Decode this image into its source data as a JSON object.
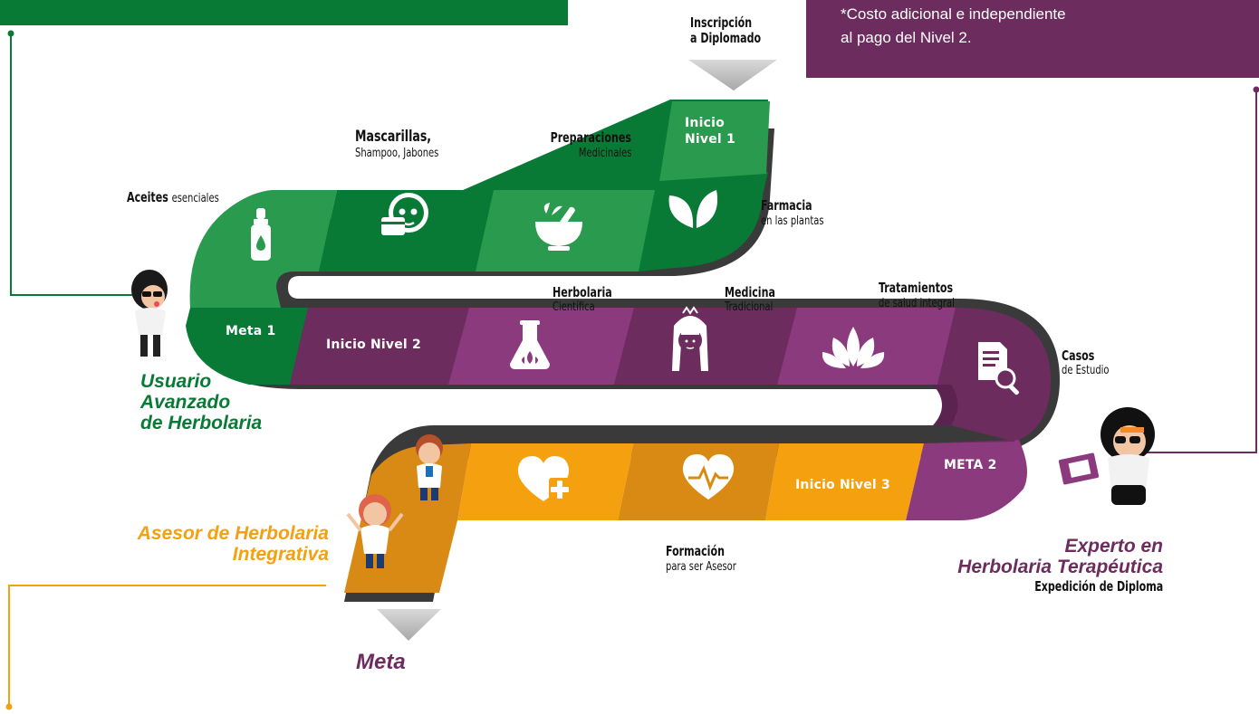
{
  "colors": {
    "green": "#087a36",
    "green_light": "#2a9a4e",
    "purple": "#6d2c5e",
    "purple_light": "#8b3a7e",
    "orange": "#f5a00f",
    "orange_dark": "#d98a14"
  },
  "top_note": {
    "line1": "*Costo adicional e independiente",
    "line2": "al pago del Nivel 2."
  },
  "inscription": {
    "line1": "Inscripción",
    "line2": "a Diplomado"
  },
  "level1": {
    "start_tile": {
      "line1": "Inicio",
      "line2": "Nivel 1"
    },
    "steps": [
      {
        "bold": "Aceites",
        "rest": "esenciales",
        "icon": "dropper-bottle-icon"
      },
      {
        "bold": "Mascarillas,",
        "rest": "Shampoo, Jabones",
        "icon": "face-mask-icon"
      },
      {
        "bold": "Preparaciones",
        "rest": "Medicinales",
        "icon": "mortar-pestle-icon"
      },
      {
        "bold": "Farmacia",
        "rest": "en las plantas",
        "icon": "leaves-icon"
      }
    ],
    "goal_tile": "Meta 1",
    "result": {
      "line1": "Usuario",
      "line2": "Avanzado",
      "line3": "de Herbolaria"
    }
  },
  "level2": {
    "start_tile": "Inicio Nivel 2",
    "steps": [
      {
        "bold": "Herbolaria",
        "rest": "Científica",
        "icon": "flask-icon"
      },
      {
        "bold": "Medicina",
        "rest": "Tradicional",
        "icon": "indigenous-woman-icon"
      },
      {
        "bold": "Tratamientos",
        "rest": "de salud integral",
        "icon": "lotus-icon"
      },
      {
        "bold": "Casos",
        "rest": "de Estudio",
        "icon": "document-search-icon"
      }
    ],
    "goal_tile": "META 2",
    "result": {
      "line1": "Experto en",
      "line2": "Herbolaria Terapéutica",
      "note": "Expedición de Diploma"
    }
  },
  "level3": {
    "start_tile": "Inicio Nivel 3",
    "steps": [
      {
        "bold": "Formación",
        "rest": "para ser Asesor",
        "icon": "heartbeat-icon"
      },
      {
        "icon": "heart-plus-icon"
      }
    ],
    "result": {
      "line1": "Asesor de Herbolaria",
      "line2": "Integrativa"
    }
  },
  "final_goal": "Meta"
}
